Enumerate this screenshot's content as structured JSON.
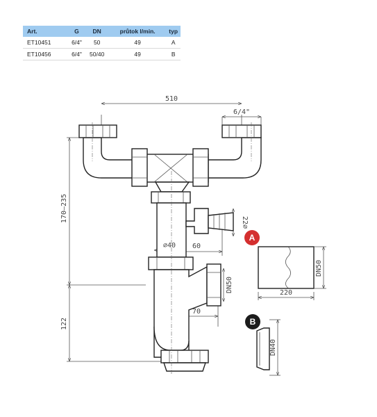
{
  "table": {
    "headers": [
      "Art.",
      "G",
      "DN",
      "průtok l/min.",
      "typ"
    ],
    "rows": [
      [
        "ET10451",
        "6/4\"",
        "50",
        "49",
        "A"
      ],
      [
        "ET10456",
        "6/4\"",
        "50/40",
        "49",
        "B"
      ]
    ]
  },
  "dimensions": {
    "width_510": "510",
    "thread_64": "6/4\"",
    "height_170_235": "170–235",
    "d40": "⌀40",
    "off60": "60",
    "hose22": "22⌀",
    "dn50_side": "DN50",
    "off70": "70",
    "h122": "122",
    "dn50_a": "DN50",
    "len220": "220",
    "dn40_b": "DN40"
  },
  "markers": {
    "a": "A",
    "b": "B"
  },
  "colors": {
    "header_bg": "#9fcbf0",
    "marker_a": "#d42f2f",
    "marker_b": "#1c1c1c"
  }
}
